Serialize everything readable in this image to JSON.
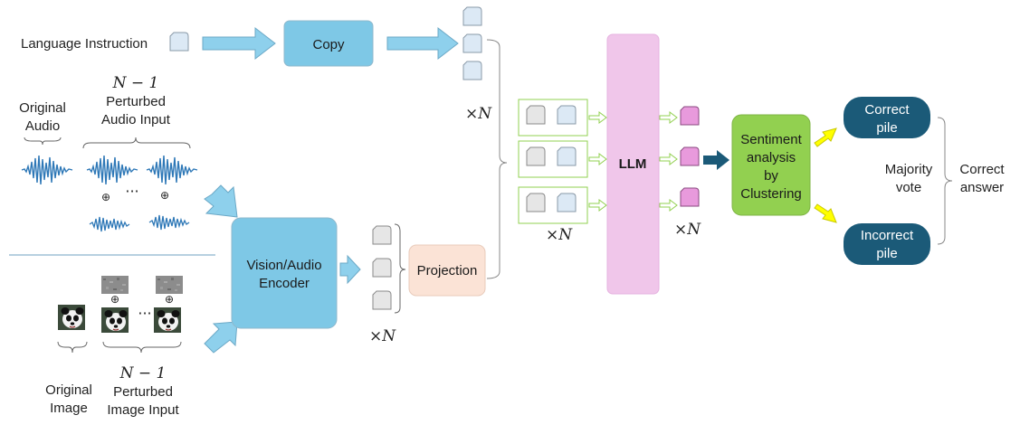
{
  "inputs": {
    "language_instruction": "Language Instruction",
    "original_audio": [
      "Original",
      "Audio"
    ],
    "perturbed_audio_count": "N − 1",
    "perturbed_audio": [
      "Perturbed",
      "Audio Input"
    ],
    "original_image": [
      "Original",
      "Image"
    ],
    "perturbed_image_count": "N − 1",
    "perturbed_image": [
      "Perturbed",
      "Image Input"
    ],
    "oplus": "⊕",
    "ellipsis": "···"
  },
  "blocks": {
    "copy": "Copy",
    "encoder": [
      "Vision/Audio",
      "Encoder"
    ],
    "projection": "Projection",
    "llm": "LLM",
    "sentiment": [
      "Sentiment",
      "analysis",
      "by",
      "Clustering"
    ],
    "correct_pile": [
      "Correct",
      "pile"
    ],
    "incorrect_pile": [
      "Incorrect",
      "pile"
    ]
  },
  "multipliers": {
    "times": "×",
    "n": "N"
  },
  "output": {
    "majority_vote": [
      "Majority",
      "vote"
    ],
    "correct_answer": [
      "Correct",
      "answer"
    ]
  },
  "colors": {
    "copy_block": "#7ec8e6",
    "encoder_block": "#7ec8e6",
    "projection_block": "#fbe3d6",
    "llm_block": "#f0c6ea",
    "sentiment_block": "#92d050",
    "pile_block": "#1b5a78",
    "flow_arrow": "#8ed0ec",
    "dark_arrow": "#1b5a78",
    "yellow_arrow": "#ffff00",
    "token_blue": "#dce9f5",
    "token_gray": "#e6e6e6",
    "token_pink": "#e89adc",
    "audio_wave": "#2e78b7"
  }
}
